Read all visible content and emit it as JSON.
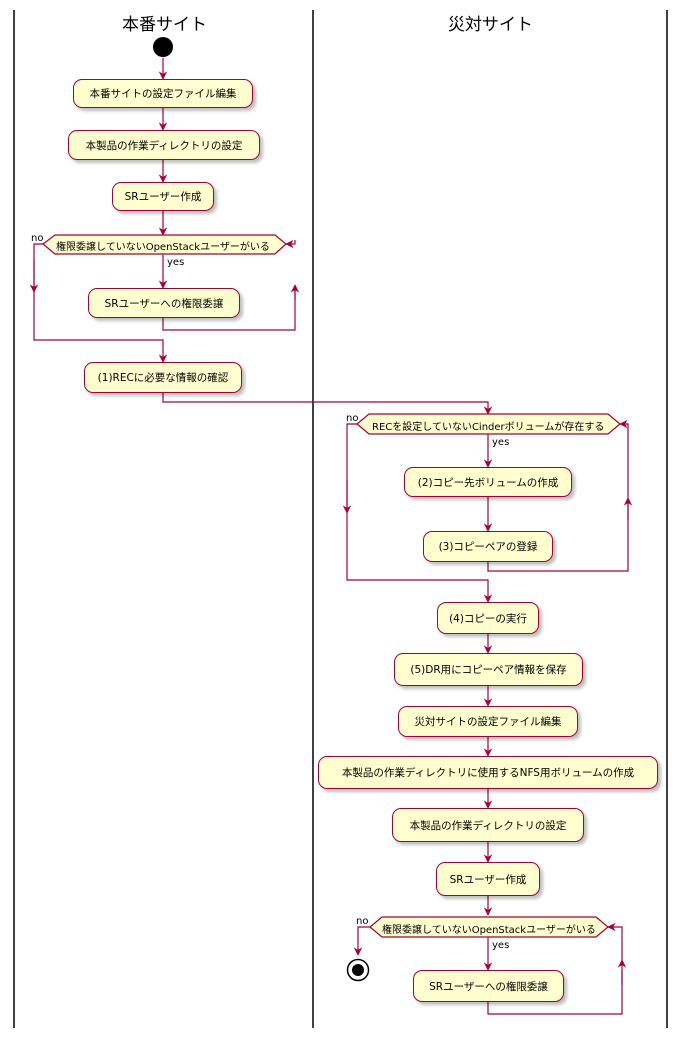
{
  "lanes": {
    "production": "本番サイト",
    "dr": "災対サイト"
  },
  "colors": {
    "node_fill": "#fefece",
    "node_border": "#a80036",
    "edge": "#a80036"
  },
  "production_steps": {
    "s1": "本番サイトの設定ファイル編集",
    "s2": "本製品の作業ディレクトリの設定",
    "s3": "SRユーザー作成",
    "d1": "権限委譲していないOpenStackユーザーがいる",
    "s4": "SRユーザーへの権限委譲",
    "s5": "(1)RECに必要な情報の確認"
  },
  "dr_steps": {
    "d2": "RECを設定していないCinderボリュームが存在する",
    "t1": "(2)コピー先ボリュームの作成",
    "t2": "(3)コピーペアの登録",
    "t3": "(4)コピーの実行",
    "t4": "(5)DR用にコピーペア情報を保存",
    "t5": "災対サイトの設定ファイル編集",
    "t6": "本製品の作業ディレクトリに使用するNFS用ボリュームの作成",
    "t7": "本製品の作業ディレクトリの設定",
    "t8": "SRユーザー作成",
    "d3": "権限委譲していないOpenStackユーザーがいる",
    "t9": "SRユーザーへの権限委譲"
  },
  "branch_labels": {
    "yes": "yes",
    "no": "no"
  }
}
